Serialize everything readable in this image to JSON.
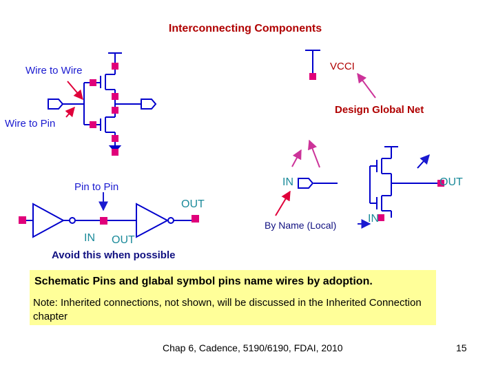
{
  "title": "Interconnecting Components",
  "labels": {
    "wire_to_wire": "Wire to Wire",
    "wire_to_pin": "Wire to Pin",
    "vcci": "VCCI",
    "design_global_net": "Design Global Net",
    "pin_to_pin": "Pin to Pin",
    "in_center": "IN",
    "out_right": "OUT",
    "out_mid": "OUT",
    "by_name_local": "By Name (Local)",
    "in_right": "IN",
    "in_bottom_left": "IN",
    "out_bottom_left": "OUT",
    "avoid": "Avoid this when possible"
  },
  "note": {
    "heading": "Schematic Pins and glabal symbol pins name wires by adoption.",
    "body": "Note: Inherited connections, not shown, will be discussed in the Inherited Connection chapter"
  },
  "footer": "Chap 6, Cadence, 5190/6190, FDAI, 2010",
  "page_number": "15",
  "colors": {
    "wire": "#0000cc",
    "pin": "#e0007a",
    "title": "#b00000",
    "note_bg": "#ffff99"
  }
}
